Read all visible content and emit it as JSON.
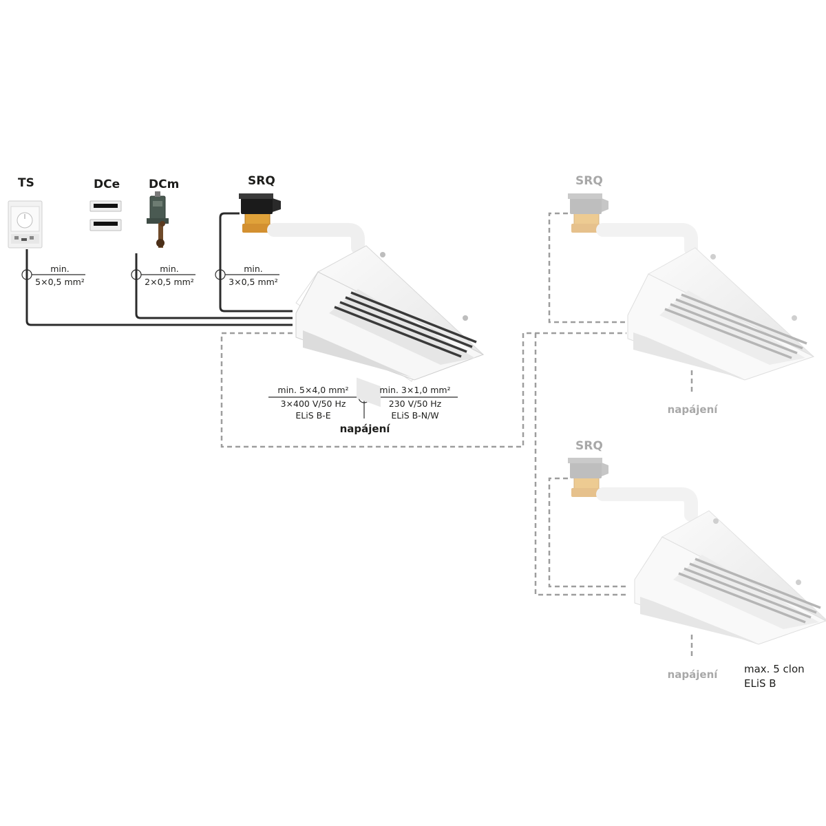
{
  "devices": {
    "ts": "TS",
    "dce": "DCe",
    "dcm": "DCm",
    "srq_main": "SRQ",
    "srq_second": "SRQ",
    "srq_third": "SRQ"
  },
  "cables": {
    "ts": {
      "line1": "min.",
      "line2": "5×0,5 mm²"
    },
    "dcm": {
      "line1": "min.",
      "line2": "2×0,5 mm²"
    },
    "srq": {
      "line1": "min.",
      "line2": "3×0,5 mm²"
    }
  },
  "power": {
    "left": {
      "line1": "min. 5×4,0 mm²",
      "line2": "3×400 V/50 Hz",
      "line3": "ELiS B-E"
    },
    "right": {
      "line1": "min. 3×1,0 mm²",
      "line2": "230 V/50 Hz",
      "line3": "ELiS B-N/W"
    },
    "label": "napájení",
    "label_unit2": "napájení",
    "label_unit3": "napájení"
  },
  "note": {
    "line1": "max. 5 clon",
    "line2": "ELiS B"
  },
  "colors": {
    "wire": "#2b2b2b",
    "dashed": "#9d9d9d",
    "ghost": "#a8a8a8",
    "unit": "#f4f4f4"
  }
}
